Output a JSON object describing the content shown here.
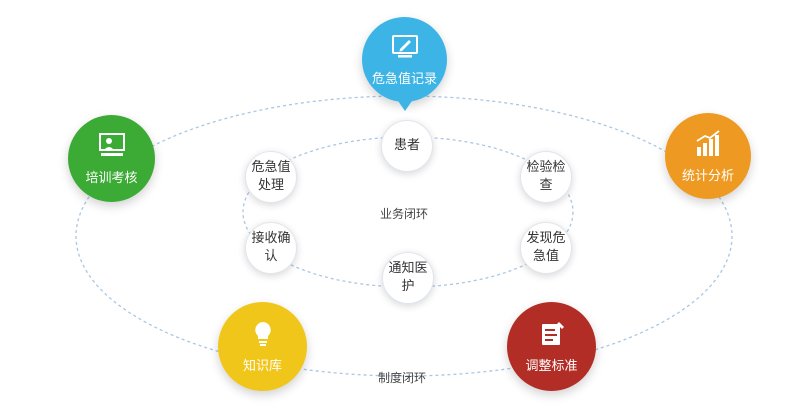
{
  "outer_nodes": [
    {
      "key": "critical-record",
      "label": "危急值记录",
      "color": "#3cb4e6",
      "icon": "monitor-pen-icon"
    },
    {
      "key": "training",
      "label": "培训考核",
      "color": "#3cab35",
      "icon": "presentation-board-icon"
    },
    {
      "key": "statistics",
      "label": "统计分析",
      "color": "#ee9a22",
      "icon": "bar-chart-icon"
    },
    {
      "key": "knowledge",
      "label": "知识库",
      "color": "#f1c61b",
      "icon": "lightbulb-icon"
    },
    {
      "key": "adjust",
      "label": "调整标准",
      "color": "#b22d25",
      "icon": "document-edit-icon"
    }
  ],
  "inner_nodes": [
    {
      "key": "patient",
      "label": "患者"
    },
    {
      "key": "inspect",
      "label": "检验检查"
    },
    {
      "key": "discover",
      "label": "发现危急值"
    },
    {
      "key": "notify",
      "label": "通知医护"
    },
    {
      "key": "receive",
      "label": "接收确认"
    },
    {
      "key": "handle",
      "label": "危急值处理"
    }
  ],
  "inner_loop_label": "业务闭环",
  "outer_loop_label": "制度闭环"
}
